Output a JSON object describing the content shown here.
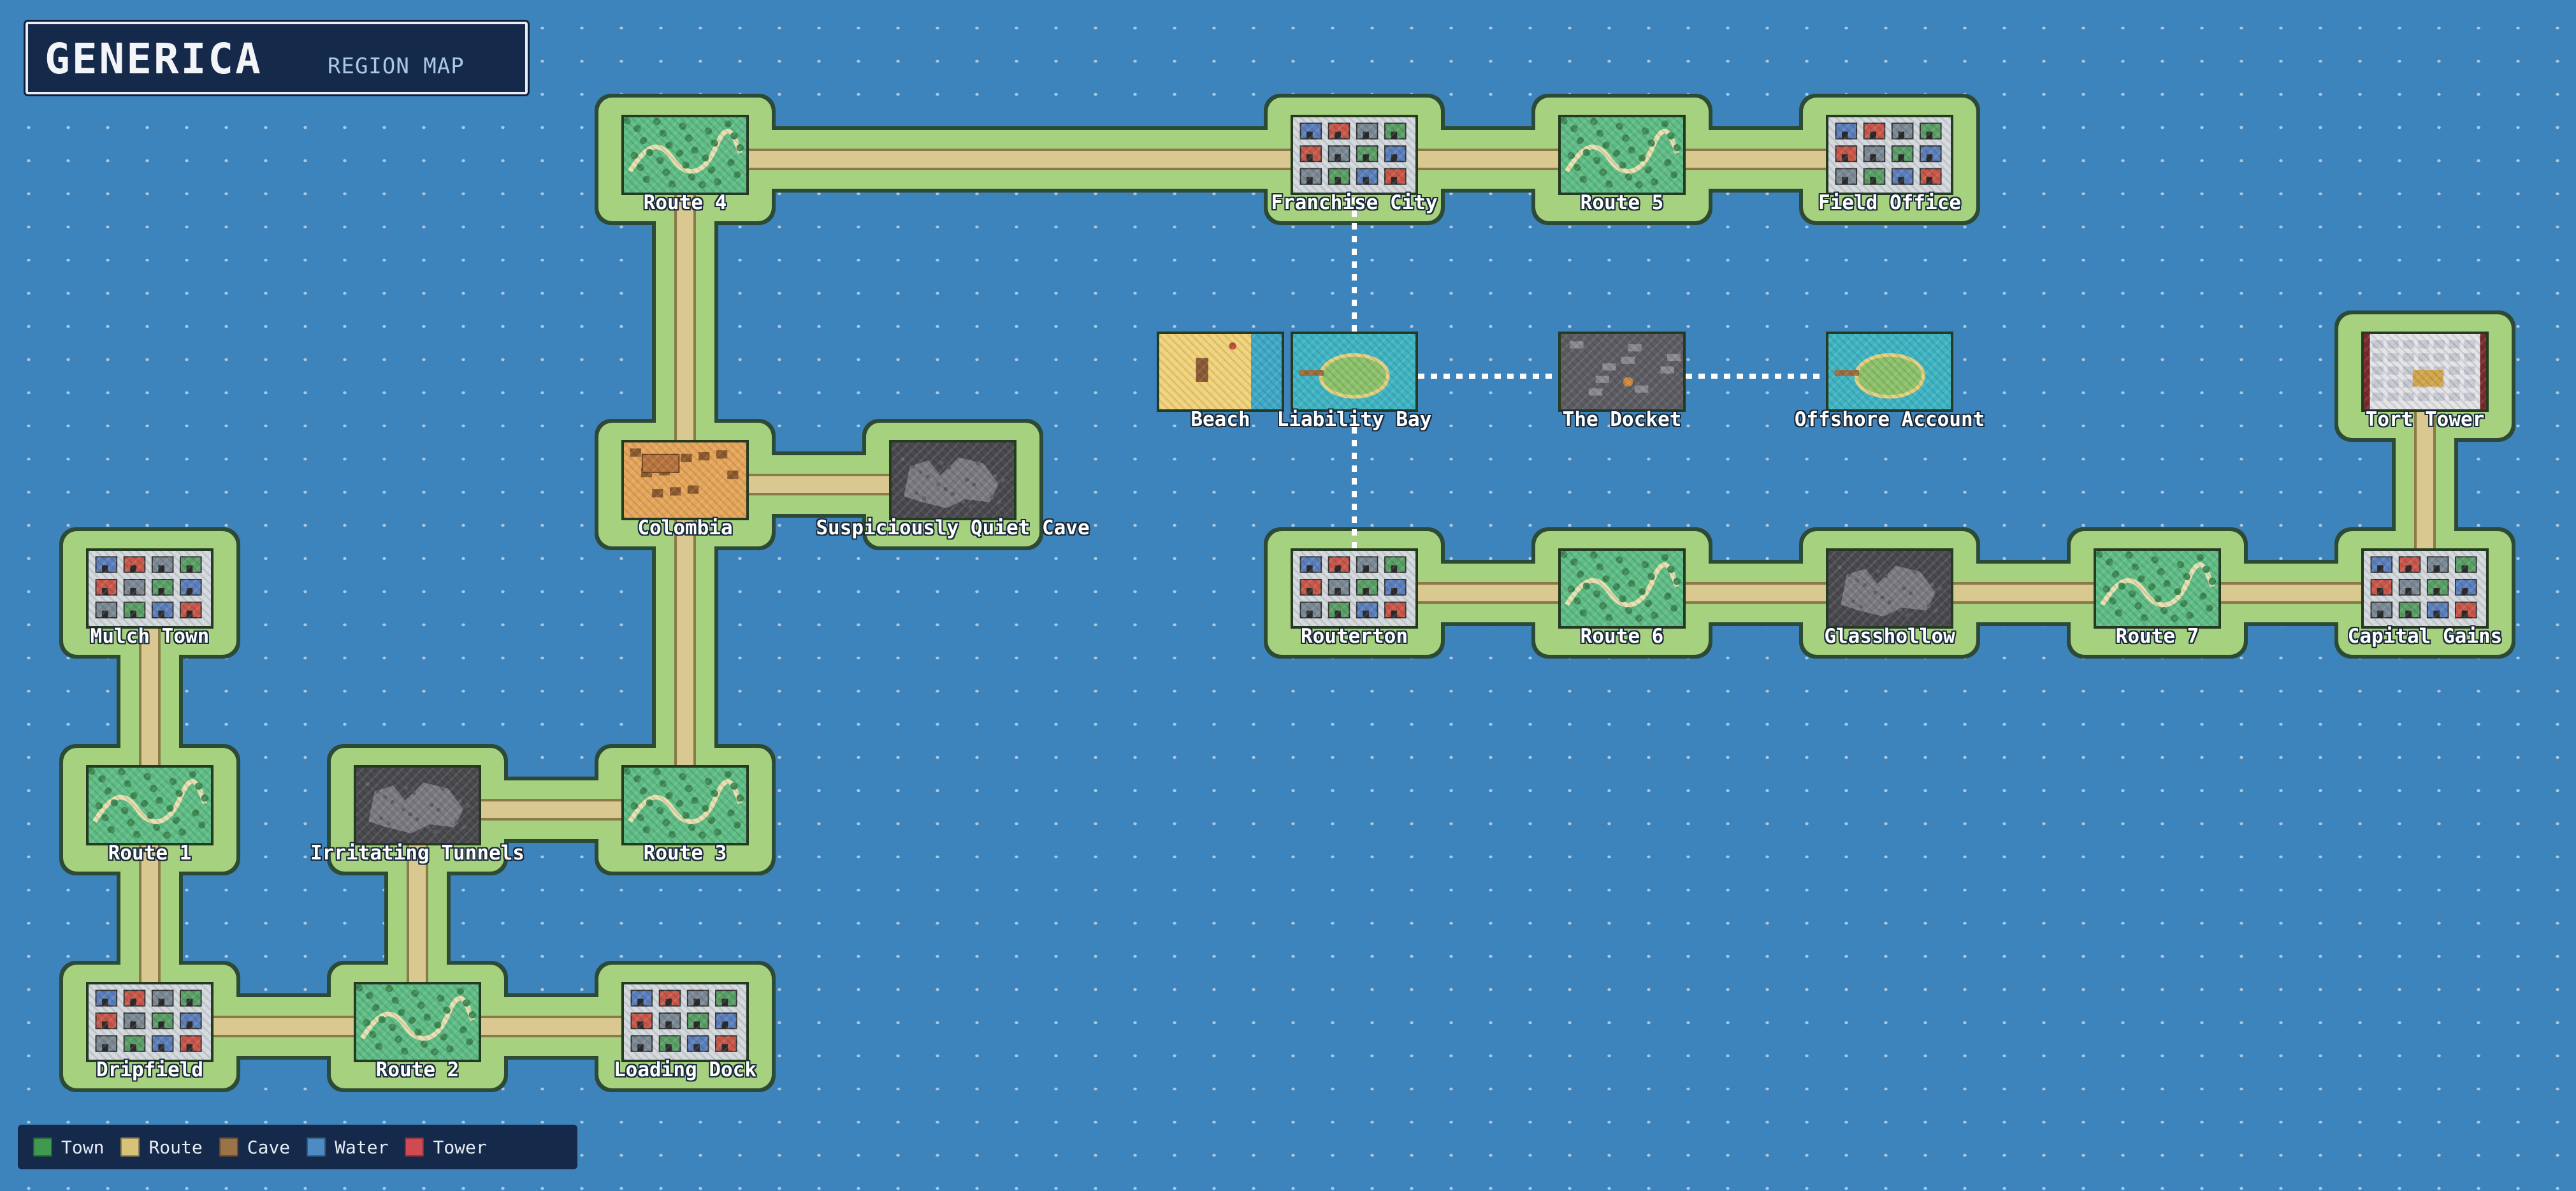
{
  "header": {
    "title": "GENERICA",
    "subtitle": "REGION MAP"
  },
  "locations": {
    "route4": "Route 4",
    "franchise_city": "Franchise City",
    "route5": "Route 5",
    "field_office": "Field Office",
    "beach": "Beach",
    "liability_bay": "Liability Bay",
    "the_docket": "The Docket",
    "offshore_account": "Offshore Account",
    "tort_tower": "Tort Tower",
    "colombia": "Colombia",
    "suspiciously_quiet_cave": "Suspiciously Quiet Cave",
    "mulch_town": "Mulch Town",
    "routerton": "Routerton",
    "route6": "Route 6",
    "glasshollow": "Glasshollow",
    "route7": "Route 7",
    "capital_gains": "Capital Gains",
    "route1": "Route 1",
    "irritating_tunnels": "Irritating Tunnels",
    "route3": "Route 3",
    "dripfield": "Dripfield",
    "route2": "Route 2",
    "loading_dock": "Loading Dock"
  },
  "legend": [
    {
      "label": "Town",
      "color": "#3f9a4f"
    },
    {
      "label": "Route",
      "color": "#d8c27a"
    },
    {
      "label": "Cave",
      "color": "#9a7446"
    },
    {
      "label": "Water",
      "color": "#4d8cc2"
    },
    {
      "label": "Tower",
      "color": "#cf4a52"
    }
  ],
  "colors": {
    "ocean": "#3d84bd",
    "land": "#a6d17f",
    "land_border": "#2d4a36",
    "path": "#d9c890",
    "panel": "#15294b"
  }
}
